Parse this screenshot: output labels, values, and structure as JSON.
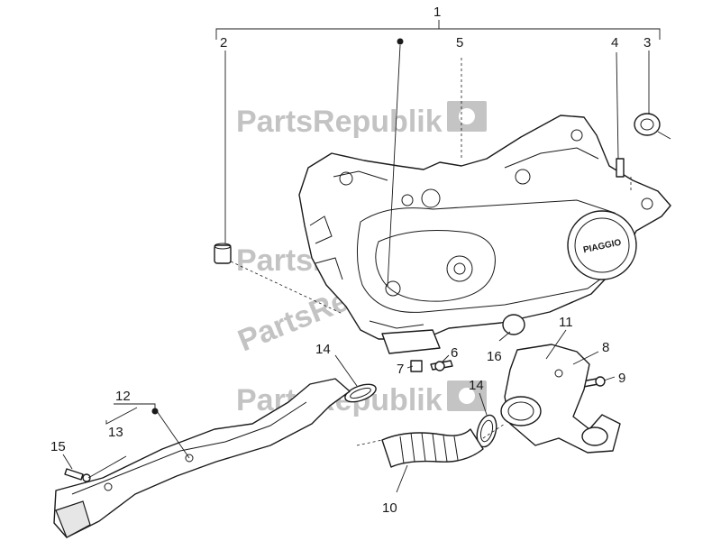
{
  "watermark": {
    "text": "PartsRepublik",
    "color": "#b9b9b9"
  },
  "brand_badge": "PIAGGIO",
  "callouts": [
    "1",
    "2",
    "3",
    "4",
    "5",
    "6",
    "7",
    "8",
    "9",
    "10",
    "11",
    "12",
    "13",
    "14",
    "14",
    "15",
    "16"
  ],
  "colors": {
    "line": "#1a1a1a",
    "background": "#ffffff"
  }
}
